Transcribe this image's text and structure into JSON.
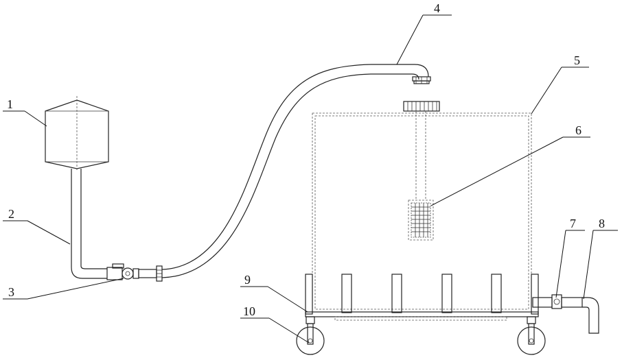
{
  "labels": {
    "l1": "1",
    "l2": "2",
    "l3": "3",
    "l4": "4",
    "l5": "5",
    "l6": "6",
    "l7": "7",
    "l8": "8",
    "l9": "9",
    "l10": "10"
  },
  "parts": {
    "1": "hopper",
    "2": "vertical-pipe",
    "3": "valve",
    "4": "hose",
    "5": "tank",
    "6": "filter-element",
    "7": "outlet-valve",
    "8": "outlet-pipe",
    "9": "frame",
    "10": "wheel"
  }
}
